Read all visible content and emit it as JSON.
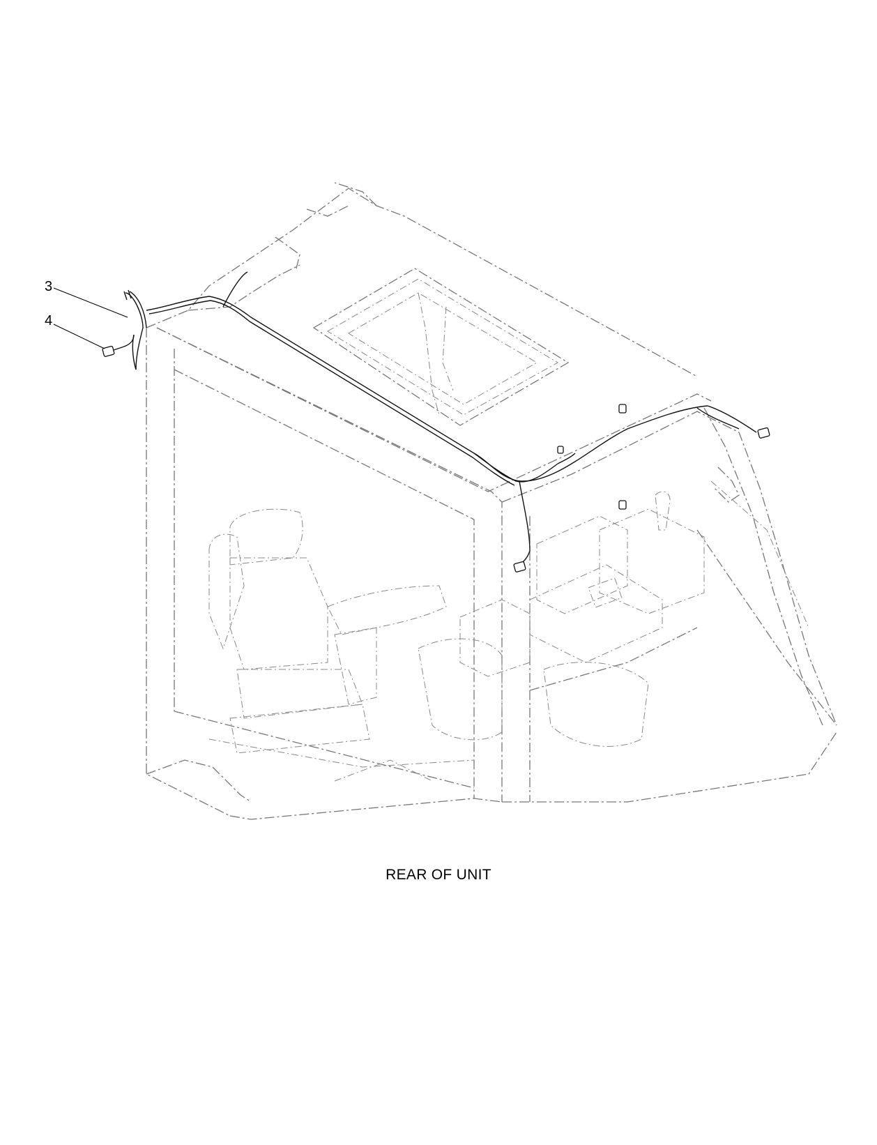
{
  "callouts": [
    {
      "number": "3",
      "part": "harness"
    },
    {
      "number": "4",
      "part": "connector"
    }
  ],
  "caption": "REAR OF UNIT",
  "colors": {
    "line": "#111111",
    "phantom": "#777777",
    "background": "#ffffff"
  }
}
